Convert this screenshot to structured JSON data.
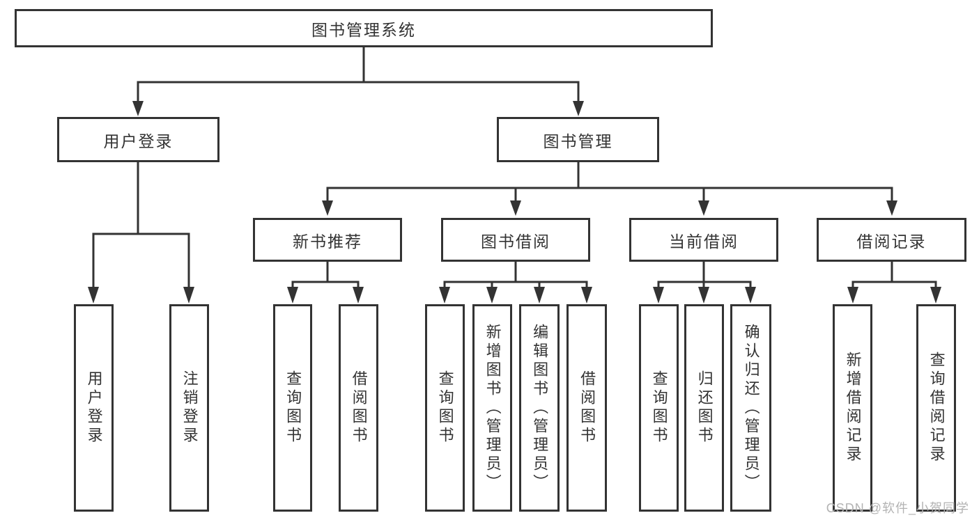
{
  "tree": {
    "root": {
      "label": "图书管理系统"
    },
    "branches": [
      {
        "label": "用户登录",
        "children": [
          "用户登录",
          "注销登录"
        ]
      },
      {
        "label": "图书管理",
        "children": [
          {
            "label": "新书推荐",
            "children": [
              "查询图书",
              "借阅图书"
            ]
          },
          {
            "label": "图书借阅",
            "children": [
              "查询图书",
              "新增图书（管理员）",
              "编辑图书（管理员）",
              "借阅图书"
            ]
          },
          {
            "label": "当前借阅",
            "children": [
              "查询图书",
              "归还图书",
              "确认归还（管理员）"
            ]
          },
          {
            "label": "借阅记录",
            "children": [
              "新增借阅记录",
              "查询借阅记录"
            ]
          }
        ]
      }
    ]
  },
  "watermark": {
    "text": "CSDN @软件_小贺同学"
  },
  "colors": {
    "line": "#333333",
    "box_border": "#333333",
    "text": "#333333",
    "watermark": "#b3b3b3",
    "background": "#ffffff"
  }
}
